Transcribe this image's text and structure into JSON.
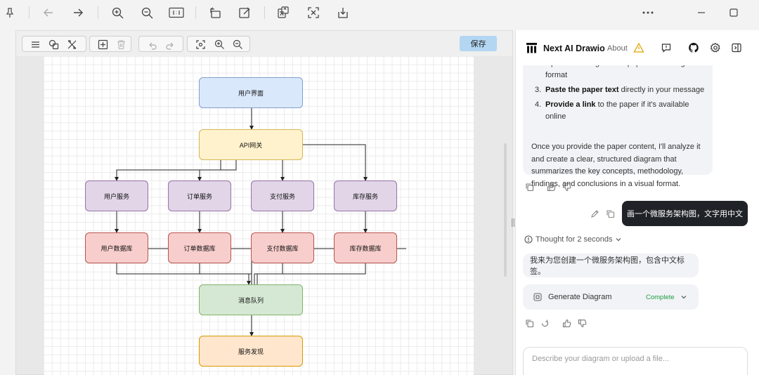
{
  "editor": {
    "save_label": "保存",
    "nodes": {
      "ui": "用户界面",
      "gateway": "API网关",
      "svc_user": "用户服务",
      "svc_order": "订单服务",
      "svc_pay": "支付服务",
      "svc_stock": "库存服务",
      "db_user": "用户数据库",
      "db_order": "订单数据库",
      "db_pay": "支付数据库",
      "db_stock": "库存数据库",
      "mq": "消息队列",
      "discovery": "服务发现"
    },
    "colors": {
      "blue": "#dae8fc",
      "yellow": "#fff2cc",
      "purple": "#e1d5e7",
      "red": "#f8cecc",
      "green": "#d5e8d4",
      "orange": "#ffe6cc"
    }
  },
  "chat": {
    "app_title": "Next AI Drawio",
    "about": "About",
    "ai_message_1": {
      "list": [
        {
          "num": "",
          "bold": "",
          "text": "Upload an image of the paper in an image format"
        },
        {
          "num": "3.",
          "bold": "Paste the paper text",
          "text": " directly in your message"
        },
        {
          "num": "4.",
          "bold": "Provide a link",
          "text": " to the paper if it's available online"
        }
      ],
      "paragraph": "Once you provide the paper content, I'll analyze it and create a clear, structured diagram that summarizes the key concepts, methodology, findings, and conclusions in a visual format."
    },
    "user_message": "画一个微服务架构图，文字用中文",
    "thought": "Thought for 2 seconds",
    "ai_message_2": "我来为您创建一个微服务架构图，包含中文标签。",
    "tool": {
      "name": "Generate Diagram",
      "status": "Complete",
      "status_color": "#1f9d45"
    },
    "input_placeholder": "Describe your diagram or upload a file..."
  }
}
